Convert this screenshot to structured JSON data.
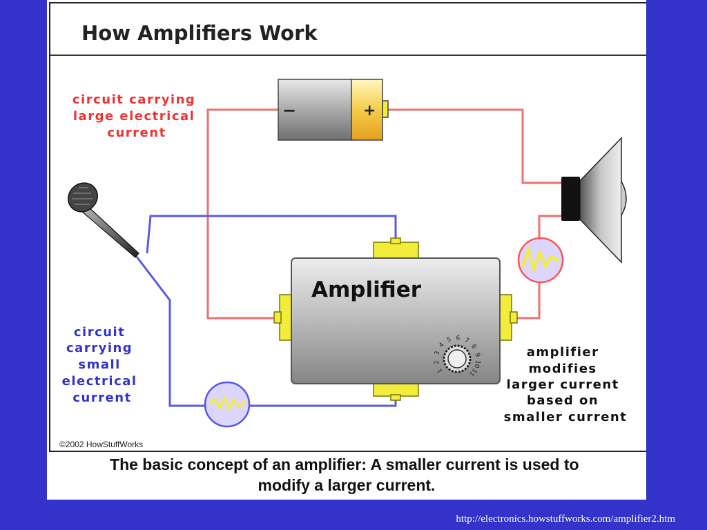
{
  "diagram": {
    "title": "How Amplifiers Work",
    "large_circuit_label": [
      "circuit carrying",
      "large electrical",
      "current"
    ],
    "small_circuit_label": [
      "circuit",
      "carrying",
      "small",
      "electrical",
      "current"
    ],
    "amplifier_label": "Amplifier",
    "modifies_label": [
      "amplifier",
      "modifies",
      "larger current",
      "based on",
      "smaller current"
    ],
    "battery_minus": "−",
    "battery_plus": "+",
    "dial_numbers": [
      "1",
      "2",
      "3",
      "4",
      "5",
      "6",
      "7",
      "8",
      "9",
      "10",
      "11"
    ],
    "copyright": "©2002 HowStuffWorks",
    "caption": [
      "The basic concept of an amplifier: A smaller current is used to",
      "modify a larger current."
    ]
  },
  "source_url": "http://electronics.howstuffworks.com/amplifier2.htm",
  "colors": {
    "background": "#3333cc",
    "large_circuit": "#ee3333",
    "small_circuit": "#3333cc",
    "wire_red": "#f07070",
    "wire_blue": "#5a5ae6",
    "connector_yellow": "#f2ec3a"
  }
}
